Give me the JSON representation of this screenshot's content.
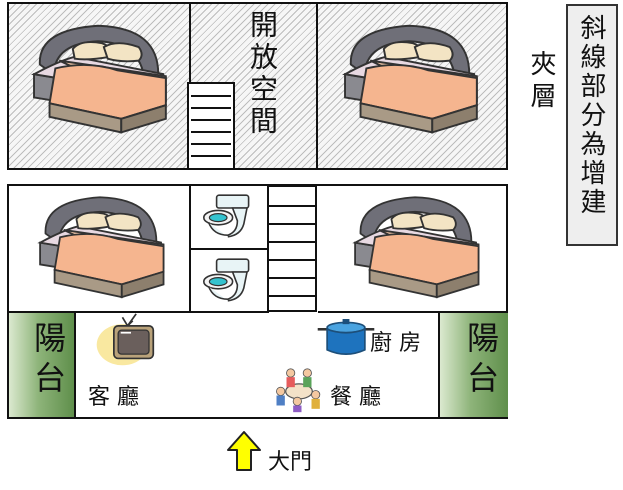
{
  "mezzanine": {
    "label": "夾層",
    "open_space_label": "開放空間",
    "note": "斜線部分為增建"
  },
  "first_floor": {
    "balcony_left_label": "陽台",
    "balcony_right_label": "陽台",
    "living_room_label": "客 廳",
    "kitchen_label": "廚 房",
    "dining_room_label": "餐 廳"
  },
  "entrance": {
    "main_door_label": "大門"
  },
  "icons": [
    "bed-icon",
    "toilet-icon",
    "staircase-icon",
    "tv-icon",
    "cooking-pot-icon",
    "dining-table-icon",
    "up-arrow-icon"
  ],
  "colors": {
    "hatch_stripe": "#bdbdbd",
    "balcony_green": "#6d9a58",
    "arrow_yellow": "#ffff00",
    "pot_blue": "#1e73be",
    "bed_sheet": "#f5b58f",
    "headboard": "#6f6f78"
  }
}
